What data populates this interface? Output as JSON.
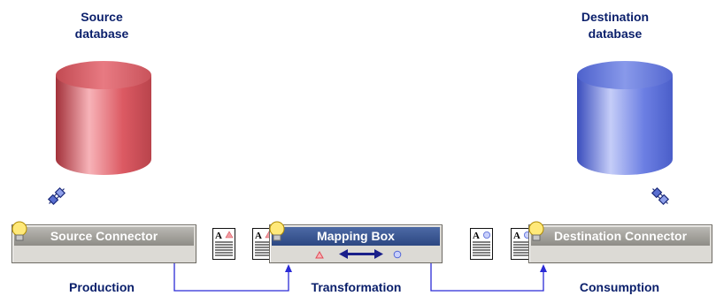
{
  "source_db": {
    "label": "Source database",
    "color": "#d24d55"
  },
  "destination_db": {
    "label": "Destination database",
    "color": "#5366d6"
  },
  "boxes": {
    "source_connector": "Source Connector",
    "mapping_box": "Mapping Box",
    "destination_connector": "Destination Connector"
  },
  "stages": {
    "production": "Production",
    "transformation": "Transformation",
    "consumption": "Consumption"
  },
  "colors": {
    "label_text": "#0a1f6b",
    "flow_line": "#2b2bd6",
    "mapping_bar": "#3a5590",
    "connector_bar": "#a3a29d"
  },
  "icons": [
    "plug-icon",
    "lightbulb-icon",
    "document-icon",
    "double-arrow-icon"
  ]
}
